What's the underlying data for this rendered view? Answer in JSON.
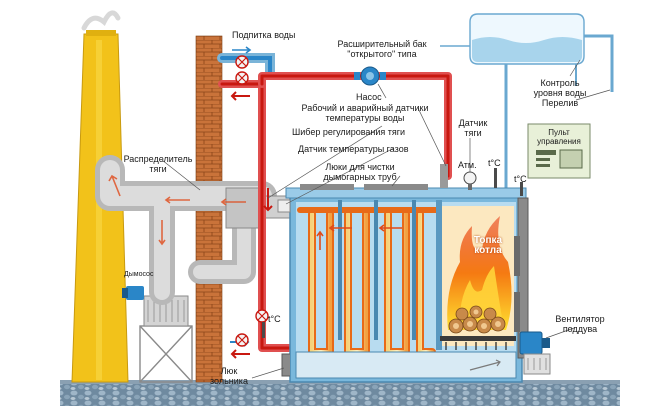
{
  "labels": {
    "water_feed": "Подпитка воды",
    "expansion_tank_1": "Расширительный бак",
    "expansion_tank_2": "\"открытого\" типа",
    "pump": "Насос",
    "level_control_1": "Контроль",
    "level_control_2": "уровня воды",
    "overflow": "Перелив",
    "temp_sensors_1": "Рабочий и аварийный датчики",
    "temp_sensors_2": "температуры воды",
    "draft_damper": "Шибер регулирования тяги",
    "gas_temp_sensor": "Датчик температуры газов",
    "draft_sensor_1": "Датчик",
    "draft_sensor_2": "тяги",
    "control_panel_1": "Пульт",
    "control_panel_2": "управления",
    "flue_hatches_1": "Люки для чистки",
    "flue_hatches_2": "дымогарных труб",
    "draft_distributor_1": "Распределитель",
    "draft_distributor_2": "тяги",
    "atm": "Атм.",
    "temp_1": "t°C",
    "temp_2": "t°C",
    "temp_3": "t°C",
    "furnace_1": "Топка",
    "furnace_2": "котла",
    "smoke_exhauster": "Дымосос",
    "blower_fan_1": "Вентилятор",
    "blower_fan_2": "поддува",
    "ash_hatch_1": "Люк",
    "ash_hatch_2": "зольника"
  },
  "colors": {
    "chimney": "#f2c21a",
    "brick": "#c9733a",
    "duct": "#c8c8c8",
    "water": "#a8d4ec",
    "hot_pipe": "#d8241c",
    "cold_pipe": "#2a86c8",
    "flame": "#f07818",
    "ground": "#5a7890"
  }
}
